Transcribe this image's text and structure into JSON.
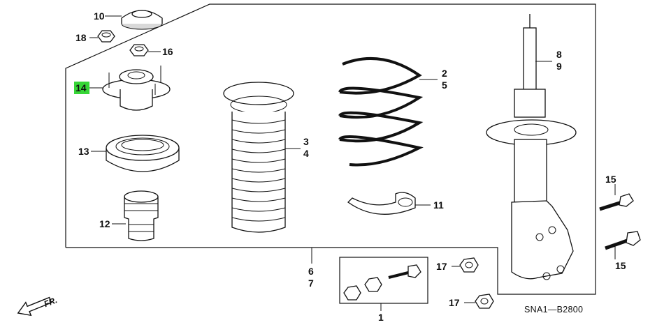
{
  "diagram": {
    "highlight_color": "#37d637",
    "catalog_code": "SNA1—B2800",
    "front_marker": "FR.",
    "callouts": [
      {
        "id": "c10",
        "text": "10"
      },
      {
        "id": "c18",
        "text": "18"
      },
      {
        "id": "c16",
        "text": "16"
      },
      {
        "id": "c14",
        "text": "14",
        "highlighted": true
      },
      {
        "id": "c13",
        "text": "13"
      },
      {
        "id": "c12",
        "text": "12"
      },
      {
        "id": "c3",
        "text": "3"
      },
      {
        "id": "c4",
        "text": "4"
      },
      {
        "id": "c2",
        "text": "2"
      },
      {
        "id": "c5",
        "text": "5"
      },
      {
        "id": "c11",
        "text": "11"
      },
      {
        "id": "c8",
        "text": "8"
      },
      {
        "id": "c9",
        "text": "9"
      },
      {
        "id": "c15a",
        "text": "15"
      },
      {
        "id": "c15b",
        "text": "15"
      },
      {
        "id": "c17a",
        "text": "17"
      },
      {
        "id": "c17b",
        "text": "17"
      },
      {
        "id": "c6",
        "text": "6"
      },
      {
        "id": "c7",
        "text": "7"
      },
      {
        "id": "c1",
        "text": "1"
      }
    ]
  }
}
